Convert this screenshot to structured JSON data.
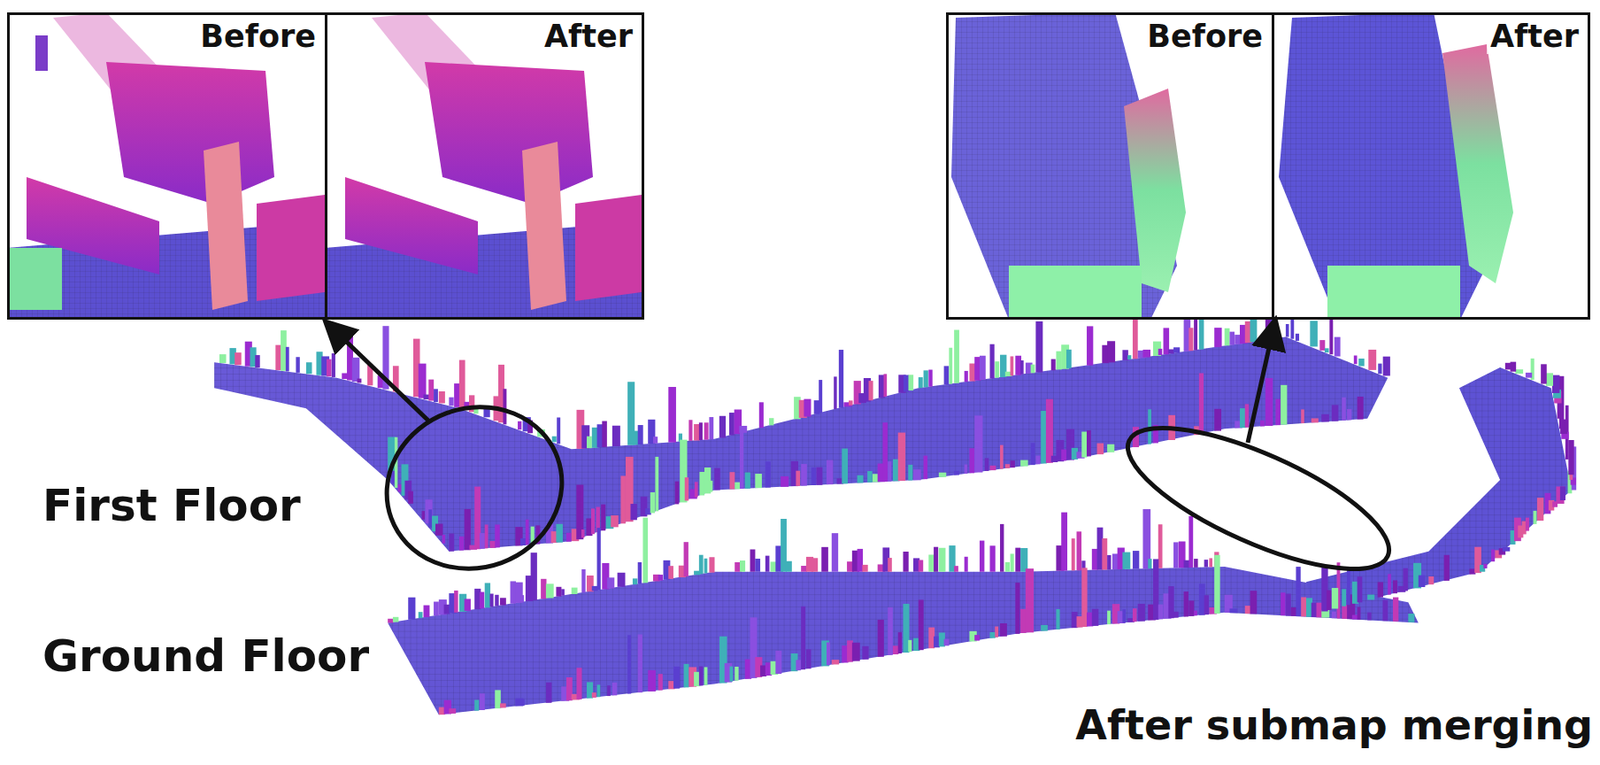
{
  "diagram": {
    "nodes": [
      {
        "text": [
          "Before"
        ]
      },
      {
        "text": [
          "After"
        ]
      },
      {
        "text": [
          "Before"
        ]
      },
      {
        "text": [
          "After"
        ]
      }
    ],
    "labels": [
      "First Floor",
      "Ground Floor",
      "After submap merging"
    ]
  }
}
